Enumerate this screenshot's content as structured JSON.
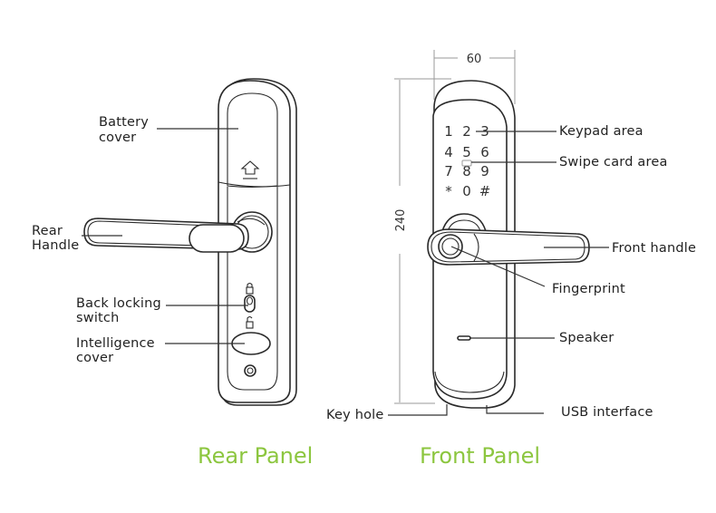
{
  "colors": {
    "caption": "#8cc63f",
    "line": "#2a2a2a",
    "text": "#222222"
  },
  "rear_panel": {
    "caption": "Rear Panel",
    "labels": {
      "battery_cover": [
        "Battery",
        "cover"
      ],
      "rear_handle": [
        "Rear",
        "Handle"
      ],
      "back_locking_switch": [
        "Back locking",
        "switch"
      ],
      "intelligence_cover": [
        "Intelligence",
        "cover"
      ]
    },
    "icons": [
      "up-arrow-icon",
      "lock-closed-icon",
      "lock-open-icon",
      "key-cylinder-icon"
    ]
  },
  "front_panel": {
    "caption": "Front Panel",
    "dimensions": {
      "width": "60",
      "height": "240"
    },
    "keypad": [
      "1",
      "2",
      "3",
      "4",
      "5",
      "6",
      "7",
      "8",
      "9",
      "*",
      "0",
      "#"
    ],
    "labels": {
      "keypad_area": "Keypad area",
      "swipe_card_area": "Swipe card area",
      "front_handle": "Front handle",
      "fingerprint": "Fingerprint",
      "speaker": "Speaker",
      "usb_interface": "USB interface",
      "key_hole": "Key hole"
    }
  }
}
